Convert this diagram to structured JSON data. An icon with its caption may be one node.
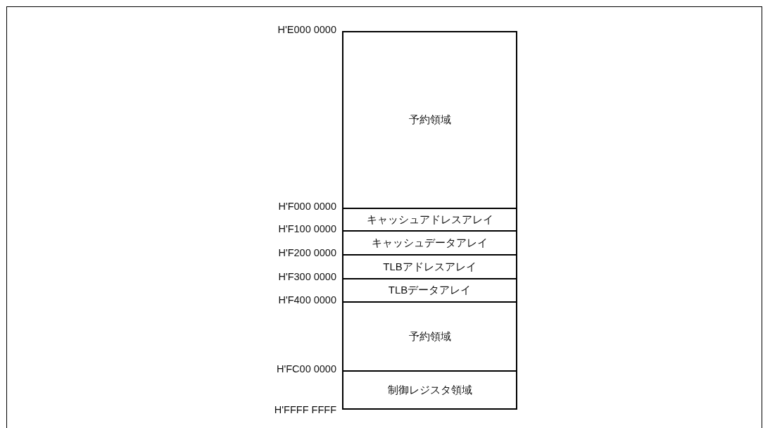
{
  "diagram": {
    "nodes": [
      {
        "text": [
          "予約領域"
        ]
      },
      {
        "text": [
          "キャッシュアドレスアレイ"
        ]
      },
      {
        "text": [
          "キャッシュデータアレイ"
        ]
      },
      {
        "text": [
          "TLBアドレスアレイ"
        ]
      },
      {
        "text": [
          "TLBデータアレイ"
        ]
      },
      {
        "text": [
          "予約領域"
        ]
      },
      {
        "text": [
          "制御レジスタ領域"
        ]
      }
    ],
    "edges": [],
    "labels": [
      "H'E000 0000",
      "H'F000 0000",
      "H'F100 0000",
      "H'F200 0000",
      "H'F300 0000",
      "H'F400 0000",
      "H'FC00 0000",
      "H'FFFF FFFF"
    ]
  }
}
